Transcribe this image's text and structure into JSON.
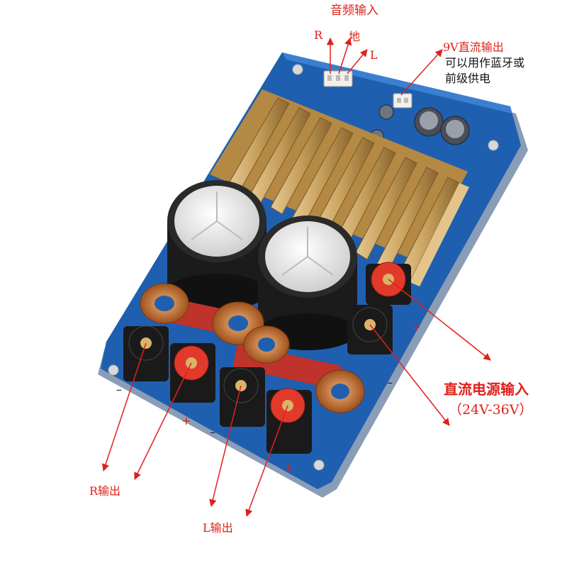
{
  "labels": {
    "audio_input": "音频输入",
    "r": "R",
    "ground": "地",
    "l": "L",
    "v9_line1": "9V直流输出",
    "v9_line2": "可以用作蓝牙或",
    "v9_line3": "前级供电",
    "dc_input": "直流电源输入",
    "dc_range": "（24V-36V）",
    "r_output": "R输出",
    "l_output": "L输出"
  },
  "polarity": {
    "plus": "+",
    "minus": "–"
  },
  "colors": {
    "annotation": "#e0201a",
    "pcb": "#1f5fb0",
    "heatsink": "#c9a25e",
    "terminal_red": "#e23a2a",
    "terminal_black": "#1a1a1a"
  }
}
